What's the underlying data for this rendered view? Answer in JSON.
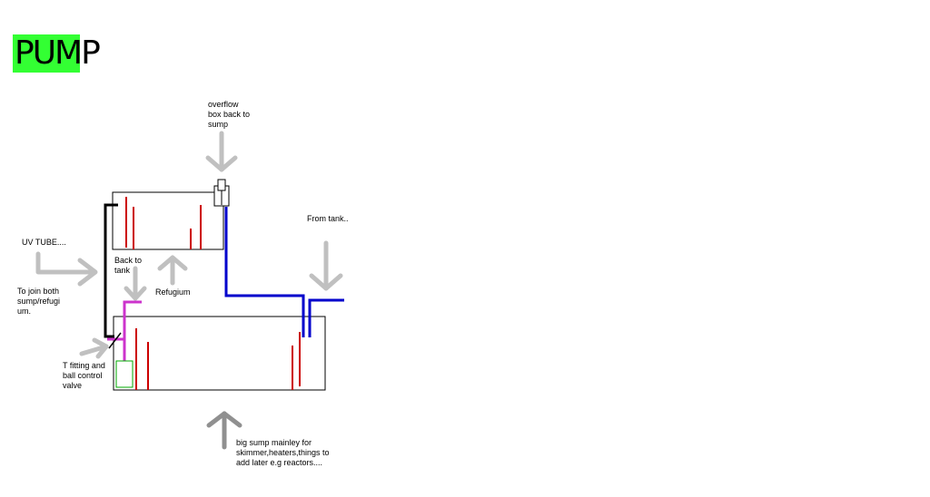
{
  "title": "PUMP",
  "labels": {
    "overflow": "overflow\nbox back to\nsump",
    "from_tank": "From tank..",
    "uv_tube": "UV TUBE....",
    "join": "To join both\nsump/refugi\num.",
    "back_to_tank": "Back to\ntank",
    "refugium": "Refugium",
    "t_fitting": "T fitting and\nball control\nvalve",
    "big_sump": "big sump mainley for\nskimmer,heaters,things to\nadd later e.g reactors...."
  },
  "colors": {
    "title_bg": "#33ff33",
    "overflow_line": "#0000cc",
    "return_line": "#000000",
    "uv_line": "#cc33cc",
    "arrow": "#c0c0c0",
    "arrow_dark": "#909090",
    "baffle": "#cc0000",
    "uv_box": "#00aa00"
  }
}
